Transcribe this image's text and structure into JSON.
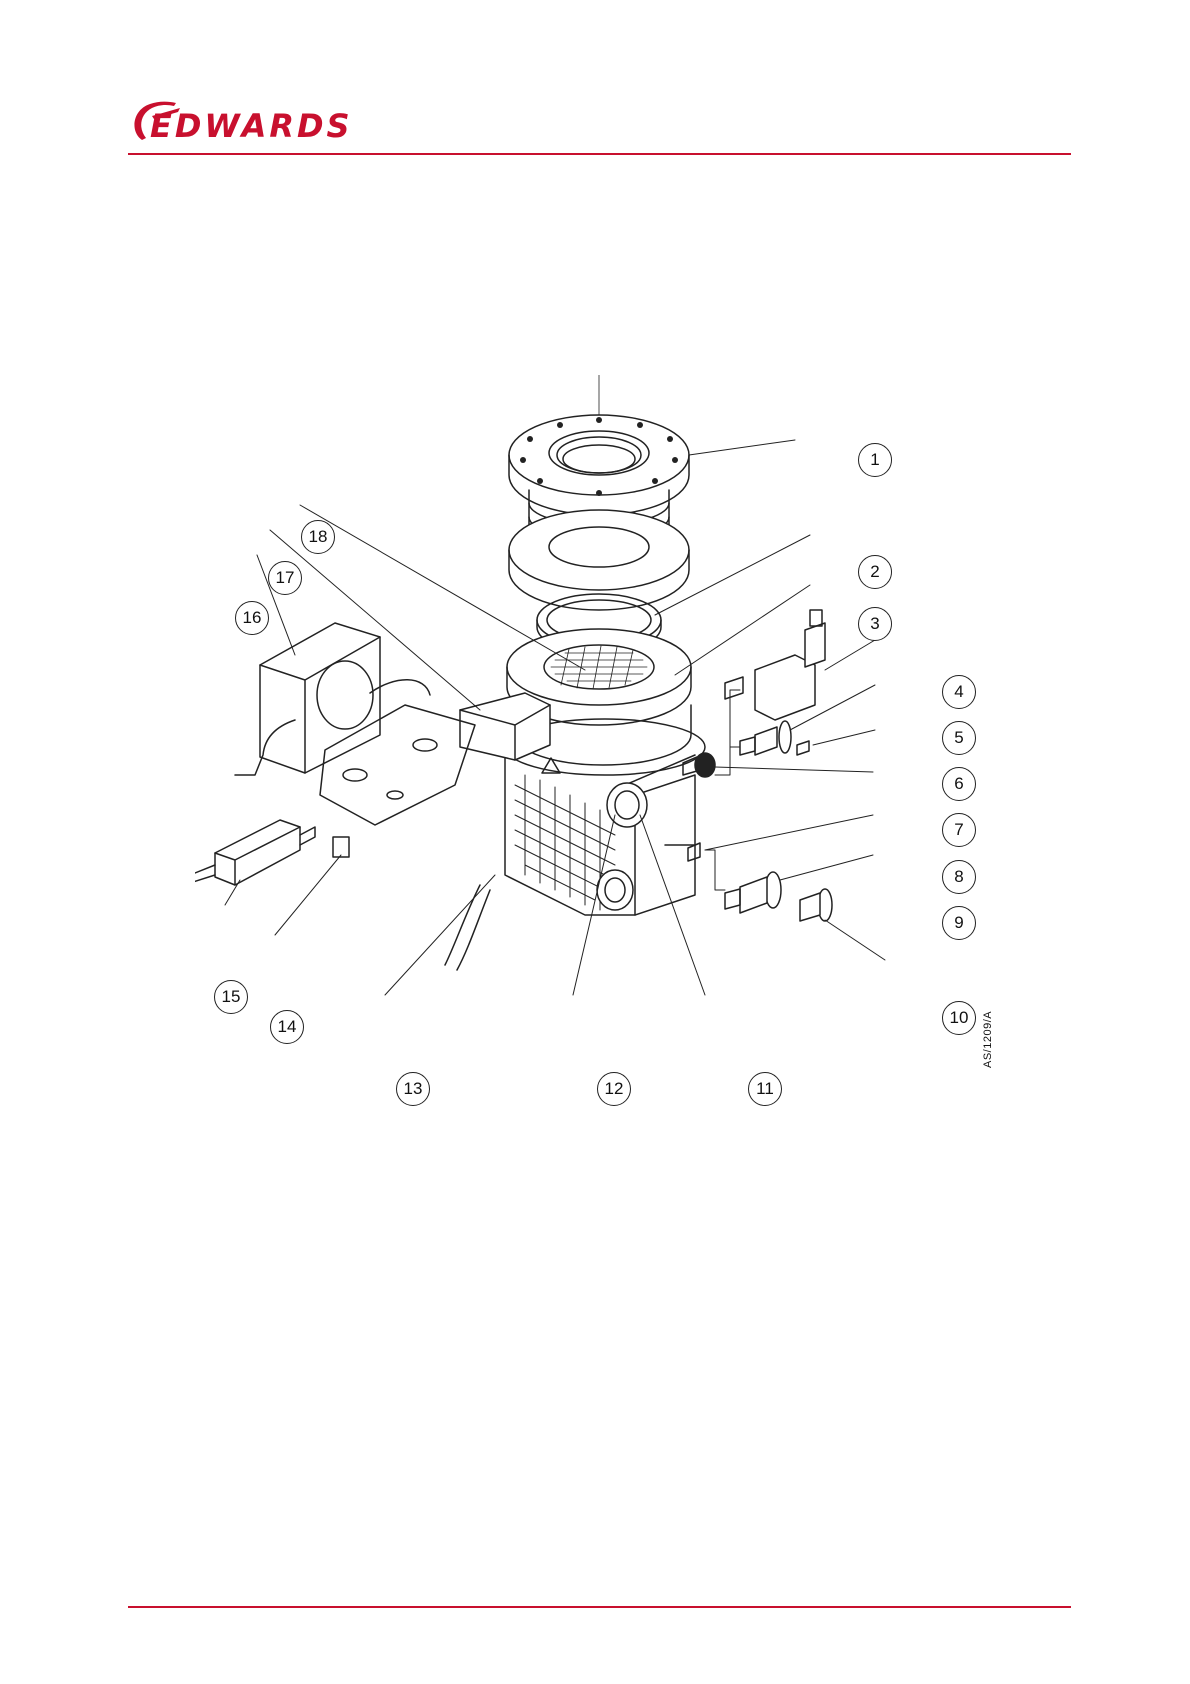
{
  "header": {
    "logo_text": "EDWARDS",
    "brand_color": "#c8102e"
  },
  "figure": {
    "callouts": [
      "1",
      "2",
      "3",
      "4",
      "5",
      "6",
      "7",
      "8",
      "9",
      "10",
      "11",
      "12",
      "13",
      "14",
      "15",
      "16",
      "17",
      "18"
    ],
    "reference_code": "AS/1209/A"
  }
}
